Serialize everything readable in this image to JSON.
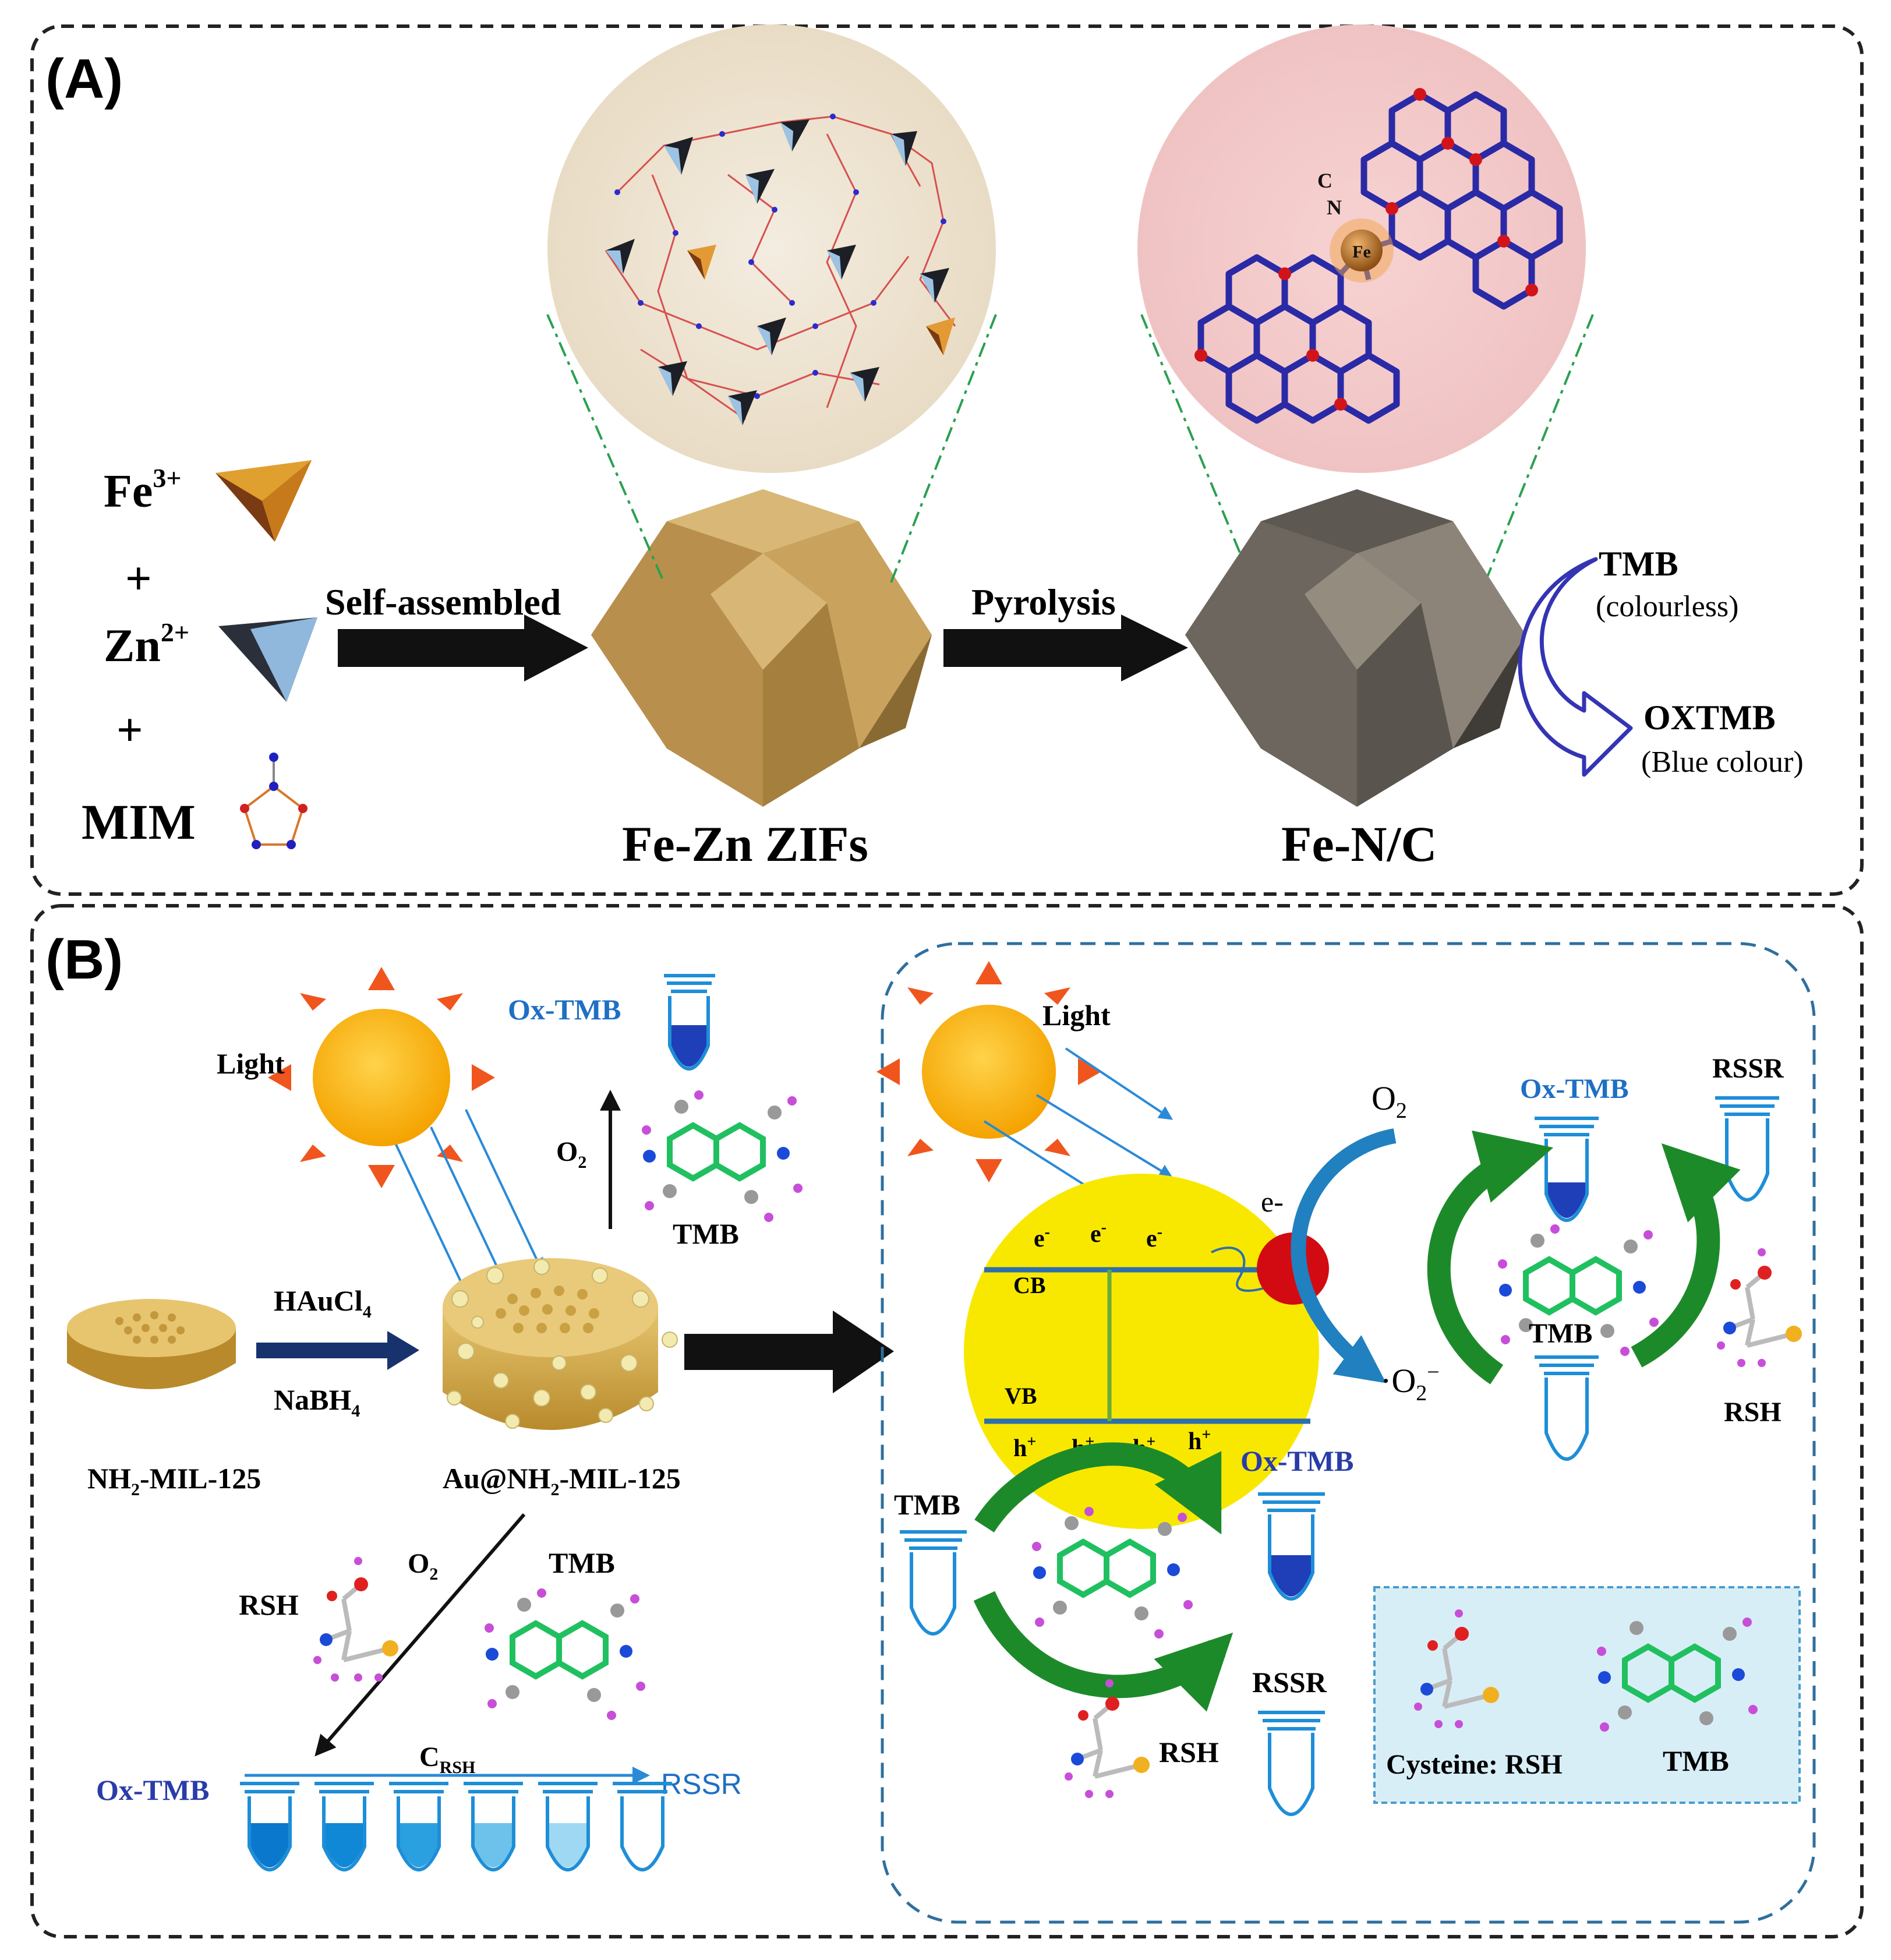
{
  "panel_a": {
    "tag": "(A)",
    "fe": "Fe",
    "fe_sup": "3+",
    "plus1": "+",
    "zn": "Zn",
    "zn_sup": "2+",
    "plus2": "+",
    "mim": "MIM",
    "self_assembled": "Self-assembled",
    "pyrolysis": "Pyrolysis",
    "fezn_label": "Fe-Zn ZIFs",
    "fenc_label": "Fe-N/C",
    "atom_c": "C",
    "atom_n": "N",
    "atom_fe": "Fe",
    "tmb": "TMB",
    "tmb_note": "(colourless)",
    "oxtmb": "OXTMB",
    "oxtmb_note": "(Blue colour)"
  },
  "panel_b": {
    "tag": "(B)",
    "light_left": "Light",
    "ox_tmb_top": "Ox-TMB",
    "o2_top": "O",
    "o2_top_sub": "2",
    "tmb_top": "TMB",
    "haucl4_main": "HAuCl",
    "haucl4_sub": "4",
    "nabh4_main": "NaBH",
    "nabh4_sub": "4",
    "nh2_mil_main": "NH",
    "nh2_mil_sub": "2",
    "nh2_mil_rest": "-MIL-125",
    "au_mil_main": "Au@NH",
    "au_mil_sub": "2",
    "au_mil_rest": "-MIL-125",
    "o2_low": "O",
    "o2_low_sub": "2",
    "rsh_low": "RSH",
    "tmb_low": "TMB",
    "crsh_main": "C",
    "crsh_sub": "RSH",
    "ox_tmb_bottom": "Ox-TMB",
    "rssr_bottom": "RSSR",
    "light_right": "Light",
    "e_minus": "e-",
    "e1": "e",
    "e1_sup": "-",
    "e2": "e",
    "e2_sup": "-",
    "e3": "e",
    "e3_sup": "-",
    "cb": "CB",
    "vb": "VB",
    "h1": "h",
    "h1_sup": "+",
    "h2": "h",
    "h2_sup": "+",
    "h3": "h",
    "h3_sup": "+",
    "h4": "h",
    "h4_sup": "+",
    "o2_right": "O",
    "o2_right_sub": "2",
    "superoxide_main": "·O",
    "superoxide_sub": "2",
    "superoxide_sup": "−",
    "ox_tmb_right": "Ox-TMB",
    "rssr_right": "RSSR",
    "tmb_right": "TMB",
    "rsh_right": "RSH",
    "tmb_mid": "TMB",
    "ox_tmb_mid": "Ox-TMB",
    "rssr_mid": "RSSR",
    "rsh_mid": "RSH",
    "legend_cysteine": "Cysteine: RSH",
    "legend_tmb": "TMB"
  },
  "colors": {
    "frame": "#222222",
    "zif_gold": "#c9a25e",
    "fenc_gray": "#7d766c",
    "blue_text": "#1f6fc4",
    "blue_text_dark": "#2a3ca8",
    "green_arrow": "#1d8a2a",
    "yellow_sphere": "#f8e800",
    "red_dot": "#d20b12",
    "sun": "#f7b70c",
    "sun_rays": "#f05a1e",
    "tube_blue": "#1893d8",
    "legend_bg": "#d8eef7"
  }
}
